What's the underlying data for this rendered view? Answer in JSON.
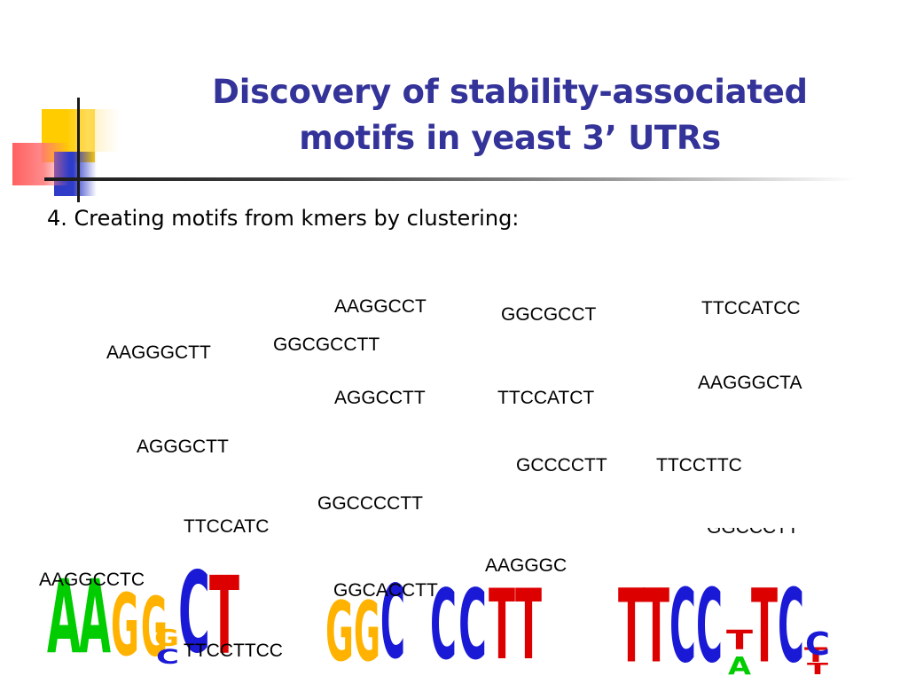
{
  "title": {
    "line1": "Discovery of stability-associated",
    "line2": "motifs in yeast 3’ UTRs"
  },
  "subtitle": "4. Creating motifs from kmers by clustering:",
  "kmers": [
    "AAGGCCT",
    "GGCGCCT",
    "TTCCATCC",
    "GGCGCCTT",
    "AAGGGCTT",
    "AAGGGCTA",
    "AGGCCTT",
    "TTCCATCT",
    "AGGGCTT",
    "GCCCCTT",
    "TTCCTTC",
    "GGCCCCTT",
    "TTCCATC",
    "GGCCCTT",
    "AAGGGC",
    "AAGGCCTC",
    "GGCACCTT",
    "TTCCTTCC"
  ],
  "logos": {
    "logo1": [
      "A",
      "A",
      "G",
      "G",
      "G",
      "C",
      "C",
      "T"
    ],
    "logo2": [
      "G",
      "G",
      "C",
      "C",
      "C",
      "T",
      "T"
    ],
    "logo3": [
      "T",
      "T",
      "C",
      "C",
      "T",
      "A",
      "T",
      "C",
      "T",
      "C",
      "T"
    ]
  },
  "colors": {
    "title": "#333399",
    "A": "#00cc00",
    "C": "#1a1ad6",
    "G": "#ffb300",
    "T": "#dd0000"
  }
}
